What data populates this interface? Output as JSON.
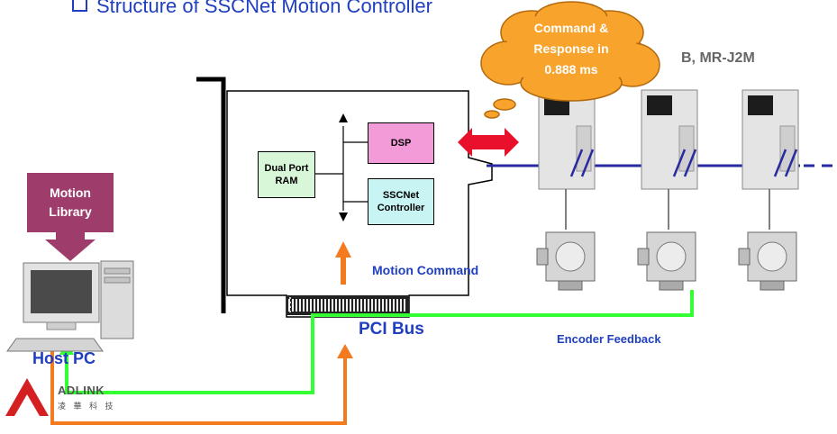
{
  "title": "Structure of SSCNet Motion Controller",
  "cloud": {
    "lines": [
      "Command &",
      "Response in",
      "0.888 ms"
    ]
  },
  "servo_model": "B, MR-J2M",
  "card": {
    "dual_port_ram": [
      "Dual Port",
      "RAM"
    ],
    "dsp": "DSP",
    "sscnet_controller": [
      "SSCNet",
      "Controller"
    ]
  },
  "labels": {
    "motion_command": "Motion Command",
    "pci_bus": "PCI Bus",
    "encoder_feedback": "Encoder Feedback",
    "host_pc": "Host PC",
    "motion_library": [
      "Motion",
      "Library"
    ]
  },
  "logo": {
    "name": "ADLINK",
    "sub": "凌 華 科 技"
  },
  "colors": {
    "title_blue": "#1f3fbf",
    "cloud_orange": "#f7a32c",
    "dsp_pink": "#f29bd8",
    "controller_cyan": "#c8f4f4",
    "motion_library_purple": "#9e3d6b",
    "feedback_green": "#33ff33",
    "command_orange": "#f47a1f",
    "bus_blue": "#2a2aa0",
    "arrow_red": "#e8102a"
  }
}
